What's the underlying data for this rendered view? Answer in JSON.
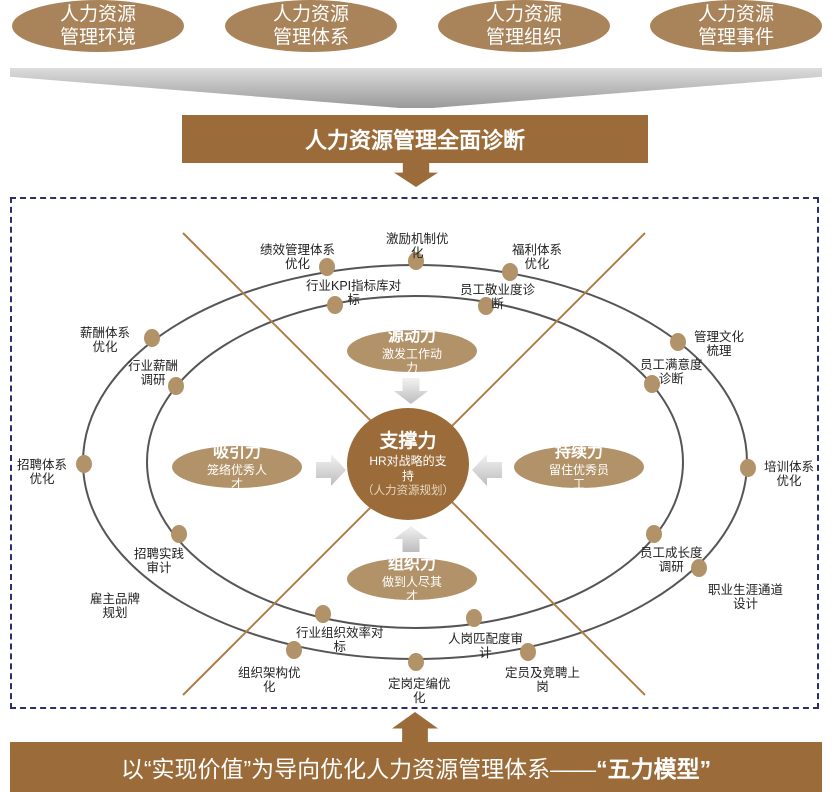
{
  "top_boxes": [
    {
      "line1": "人力资源",
      "line2": "管理环境"
    },
    {
      "line1": "人力资源",
      "line2": "管理体系"
    },
    {
      "line1": "人力资源",
      "line2": "管理组织"
    },
    {
      "line1": "人力资源",
      "line2": "管理事件"
    }
  ],
  "diagnosis_title": "人力资源管理全面诊断",
  "center": {
    "title": "支撑力",
    "line1": "HR对战略的支",
    "line2": "持",
    "line3": "（人力资源规划）"
  },
  "forces": {
    "top": {
      "title": "源动力",
      "sub1": "激发工作动",
      "sub2": "力"
    },
    "left": {
      "title": "吸引力",
      "sub1": "笼络优秀人",
      "sub2": "才"
    },
    "right": {
      "title": "持续力",
      "sub1": "留住优秀员",
      "sub2": "工"
    },
    "bottom": {
      "title": "组织力",
      "sub1": "做到人尽其",
      "sub2": "才"
    }
  },
  "items": {
    "perf_opt": [
      "绩效管理体系",
      "优化"
    ],
    "incentive_opt": [
      "激励机制优",
      "化"
    ],
    "welfare_opt": [
      "福利体系",
      "优化"
    ],
    "kpi_library": [
      "行业KPI指标库对",
      "标"
    ],
    "engagement_diag": [
      "员工敬业度诊",
      "断"
    ],
    "salary_opt": [
      "薪酬体系",
      "优化"
    ],
    "industry_salary": [
      "行业薪酬",
      "调研"
    ],
    "culture_review": [
      "管理文化",
      "梳理"
    ],
    "satisfaction_diag": [
      "员工满意度",
      "诊断"
    ],
    "recruit_opt": [
      "招聘体系",
      "优化"
    ],
    "training_opt": [
      "培训体系",
      "优化"
    ],
    "recruit_audit": [
      "招聘实践",
      "审计"
    ],
    "growth_survey": [
      "员工成长度",
      "调研"
    ],
    "employer_brand": [
      "雇主品牌",
      "规划"
    ],
    "career_design": [
      "职业生涯通道",
      "设计"
    ],
    "org_efficiency": [
      "行业组织效率对",
      "标"
    ],
    "job_match_audit": [
      "人岗匹配度审",
      "计"
    ],
    "org_structure": [
      "组织架构优",
      "化"
    ],
    "staffing_opt": [
      "定岗定编优",
      "化"
    ],
    "staffing_compete": [
      "定员及竞聘上",
      "岗"
    ]
  },
  "bottom_banner": {
    "prefix": "以“实现价值”为导向优化人力资源管理体系——",
    "emph": "“五力模型”"
  },
  "colors": {
    "brown_dark": "#9b6c3a",
    "brown_light": "#b29268",
    "top_pill": "#a9845a",
    "frame_border": "#2b2e6a"
  }
}
